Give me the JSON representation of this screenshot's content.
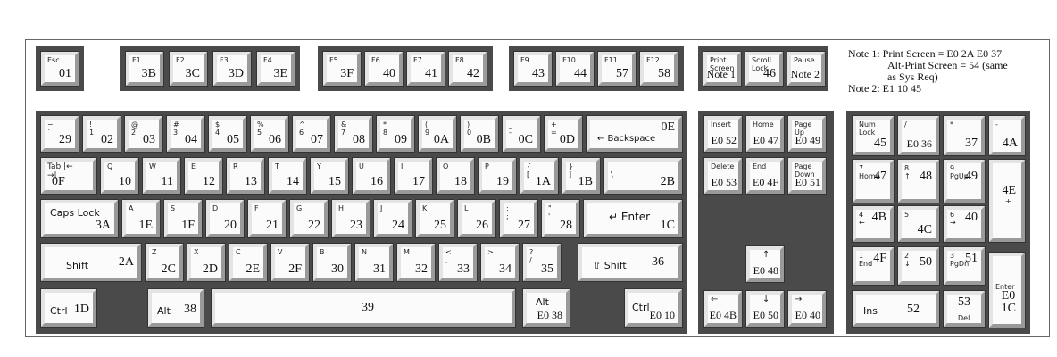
{
  "notes": [
    "Note 1: Print Screen = E0 2A E0 37",
    "Alt-Print Screen = 54 (same",
    "as Sys Req)",
    "Note 2: E1 10 45"
  ],
  "keys": {
    "esc": {
      "legend": "Esc",
      "code": "01"
    },
    "f1": {
      "legend": "F1",
      "code": "3B"
    },
    "f2": {
      "legend": "F2",
      "code": "3C"
    },
    "f3": {
      "legend": "F3",
      "code": "3D"
    },
    "f4": {
      "legend": "F4",
      "code": "3E"
    },
    "f5": {
      "legend": "F5",
      "code": "3F"
    },
    "f6": {
      "legend": "F6",
      "code": "40"
    },
    "f7": {
      "legend": "F7",
      "code": "41"
    },
    "f8": {
      "legend": "F8",
      "code": "42"
    },
    "f9": {
      "legend": "F9",
      "code": "43"
    },
    "f10": {
      "legend": "F10",
      "code": "44"
    },
    "f11": {
      "legend": "F11",
      "code": "57"
    },
    "f12": {
      "legend": "F12",
      "code": "58"
    },
    "prtsc": {
      "legend": "Print\nScreen",
      "code": "Note 1"
    },
    "scroll": {
      "legend": "Scroll\nLock",
      "code": "46"
    },
    "pause": {
      "legend": "Pause",
      "code": "Note 2"
    },
    "grave": {
      "legend": "~\n`",
      "code": "29"
    },
    "k1": {
      "legend": "!\n1",
      "code": "02"
    },
    "k2": {
      "legend": "@\n2",
      "code": "03"
    },
    "k3": {
      "legend": "#\n3",
      "code": "04"
    },
    "k4": {
      "legend": "$\n4",
      "code": "05"
    },
    "k5": {
      "legend": "%\n5",
      "code": "06"
    },
    "k6": {
      "legend": "^\n6",
      "code": "07"
    },
    "k7": {
      "legend": "&\n7",
      "code": "08"
    },
    "k8": {
      "legend": "*\n8",
      "code": "09"
    },
    "k9": {
      "legend": "(\n9",
      "code": "0A"
    },
    "k0": {
      "legend": ")\n0",
      "code": "0B"
    },
    "minus": {
      "legend": "_\n-",
      "code": "0C"
    },
    "equal": {
      "legend": "+\n=",
      "code": "0D"
    },
    "bksp": {
      "legend": "← Backspace",
      "code": "0E"
    },
    "tab": {
      "legend": "Tab |←\n→|",
      "code": "0F"
    },
    "q": {
      "legend": "Q",
      "code": "10"
    },
    "w": {
      "legend": "W",
      "code": "11"
    },
    "e": {
      "legend": "E",
      "code": "12"
    },
    "r": {
      "legend": "R",
      "code": "13"
    },
    "t": {
      "legend": "T",
      "code": "14"
    },
    "y": {
      "legend": "Y",
      "code": "15"
    },
    "u": {
      "legend": "U",
      "code": "16"
    },
    "i": {
      "legend": "I",
      "code": "17"
    },
    "o": {
      "legend": "O",
      "code": "18"
    },
    "p": {
      "legend": "P",
      "code": "19"
    },
    "lbracket": {
      "legend": "{\n[",
      "code": "1A"
    },
    "rbracket": {
      "legend": "}\n]",
      "code": "1B"
    },
    "backslash": {
      "legend": "|\n\\",
      "code": "2B"
    },
    "caps": {
      "legend": "Caps Lock",
      "code": "3A"
    },
    "a": {
      "legend": "A",
      "code": "1E"
    },
    "s": {
      "legend": "S",
      "code": "1F"
    },
    "d": {
      "legend": "D",
      "code": "20"
    },
    "f": {
      "legend": "F",
      "code": "21"
    },
    "g": {
      "legend": "G",
      "code": "22"
    },
    "h": {
      "legend": "H",
      "code": "23"
    },
    "j": {
      "legend": "J",
      "code": "24"
    },
    "k": {
      "legend": "K",
      "code": "25"
    },
    "l": {
      "legend": "L",
      "code": "26"
    },
    "semicolon": {
      "legend": ":\n;",
      "code": "27"
    },
    "quote": {
      "legend": "\"\n'",
      "code": "28"
    },
    "enter": {
      "legend": "↵ Enter",
      "code": "1C"
    },
    "lshift": {
      "legend": "Shift",
      "code": "2A"
    },
    "z": {
      "legend": "Z",
      "code": "2C"
    },
    "x": {
      "legend": "X",
      "code": "2D"
    },
    "c": {
      "legend": "C",
      "code": "2E"
    },
    "v": {
      "legend": "V",
      "code": "2F"
    },
    "b": {
      "legend": "B",
      "code": "30"
    },
    "n": {
      "legend": "N",
      "code": "31"
    },
    "m": {
      "legend": "M",
      "code": "32"
    },
    "comma": {
      "legend": "<\n,",
      "code": "33"
    },
    "period": {
      "legend": ">\n.",
      "code": "34"
    },
    "slash": {
      "legend": "?\n/",
      "code": "35"
    },
    "rshift": {
      "legend": "⇧ Shift",
      "code": "36"
    },
    "lctrl": {
      "legend": "Ctrl",
      "code": "1D"
    },
    "lalt": {
      "legend": "Alt",
      "code": "38"
    },
    "space": {
      "legend": "",
      "code": "39"
    },
    "ralt": {
      "legend": "Alt",
      "code": "E0 38"
    },
    "rctrl": {
      "legend": "Ctrl",
      "code": "E0 10"
    },
    "insert": {
      "legend": "Insert",
      "code": "E0 52"
    },
    "home": {
      "legend": "Home",
      "code": "E0 47"
    },
    "pgup": {
      "legend": "Page\nUp",
      "code": "E0 49"
    },
    "delete": {
      "legend": "Delete",
      "code": "E0 53"
    },
    "end": {
      "legend": "End",
      "code": "E0 4F"
    },
    "pgdn": {
      "legend": "Page\nDown",
      "code": "E0 51"
    },
    "up": {
      "legend": "↑",
      "code": "E0 48"
    },
    "left": {
      "legend": "←",
      "code": "E0 4B"
    },
    "down": {
      "legend": "↓",
      "code": "E0 50"
    },
    "right": {
      "legend": "→",
      "code": "E0 40"
    },
    "numlock": {
      "legend": "Num\nLock",
      "code": "45"
    },
    "kpslash": {
      "legend": "/",
      "code": "E0 36"
    },
    "kpstar": {
      "legend": "*",
      "code": "37"
    },
    "kpminus": {
      "legend": "-",
      "code": "4A"
    },
    "kp7": {
      "legend": "7\nHome",
      "code": "47"
    },
    "kp8": {
      "legend": "8\n↑",
      "code": "48"
    },
    "kp9": {
      "legend": "9\nPgUp",
      "code": "49"
    },
    "kpplus": {
      "legend": "+",
      "code": "4E"
    },
    "kp4": {
      "legend": "4\n←",
      "code": "4B"
    },
    "kp5": {
      "legend": "5",
      "code": "4C"
    },
    "kp6": {
      "legend": "6\n→",
      "code": "40"
    },
    "kp1": {
      "legend": "1\nEnd",
      "code": "4F"
    },
    "kp2": {
      "legend": "2\n↓",
      "code": "50"
    },
    "kp3": {
      "legend": "3\nPgDn",
      "code": "51"
    },
    "kpenter": {
      "legend": "Enter",
      "code": "E0\n1C"
    },
    "kp0": {
      "legend": "Ins",
      "code": "52"
    },
    "kpdot": {
      "legend": "Del",
      "code": "53"
    }
  }
}
